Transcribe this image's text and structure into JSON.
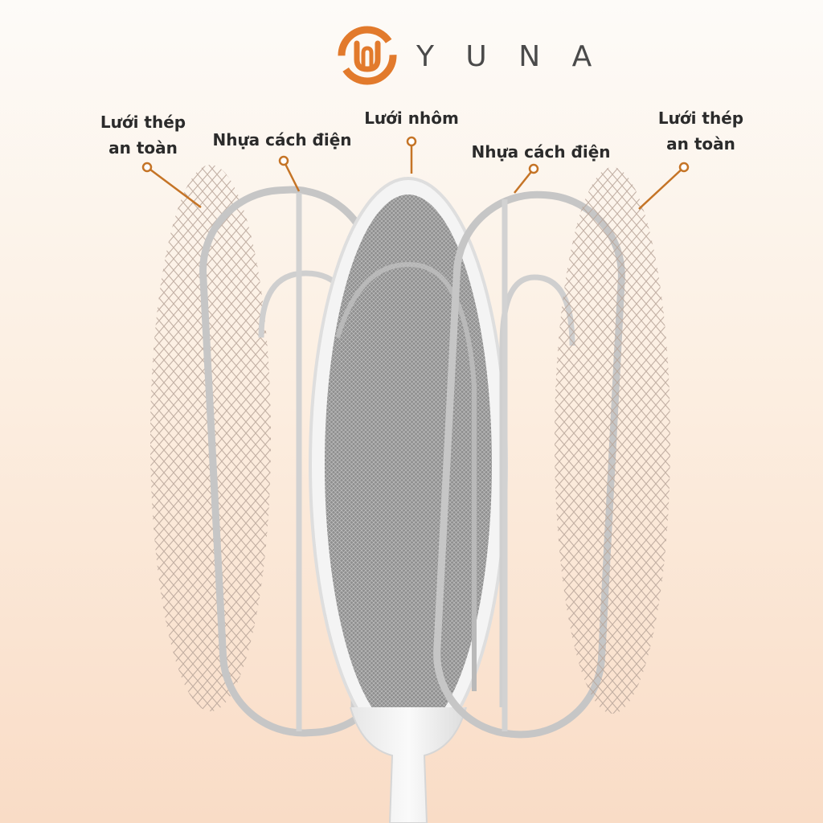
{
  "brand": {
    "name": "YUNA",
    "display": "Y U N A",
    "colors": {
      "logo": "#e27a2c",
      "text": "#4a4a4a",
      "leader": "#c57426"
    }
  },
  "callouts": {
    "left_steel": {
      "line1": "Lưới thép",
      "line2": "an toàn"
    },
    "left_plastic": {
      "text": "Nhựa cách điện"
    },
    "aluminium": {
      "text": "Lưới nhôm"
    },
    "right_plastic": {
      "text": "Nhựa cách điện"
    },
    "right_steel": {
      "line1": "Lưới thép",
      "line2": "an toàn"
    }
  }
}
